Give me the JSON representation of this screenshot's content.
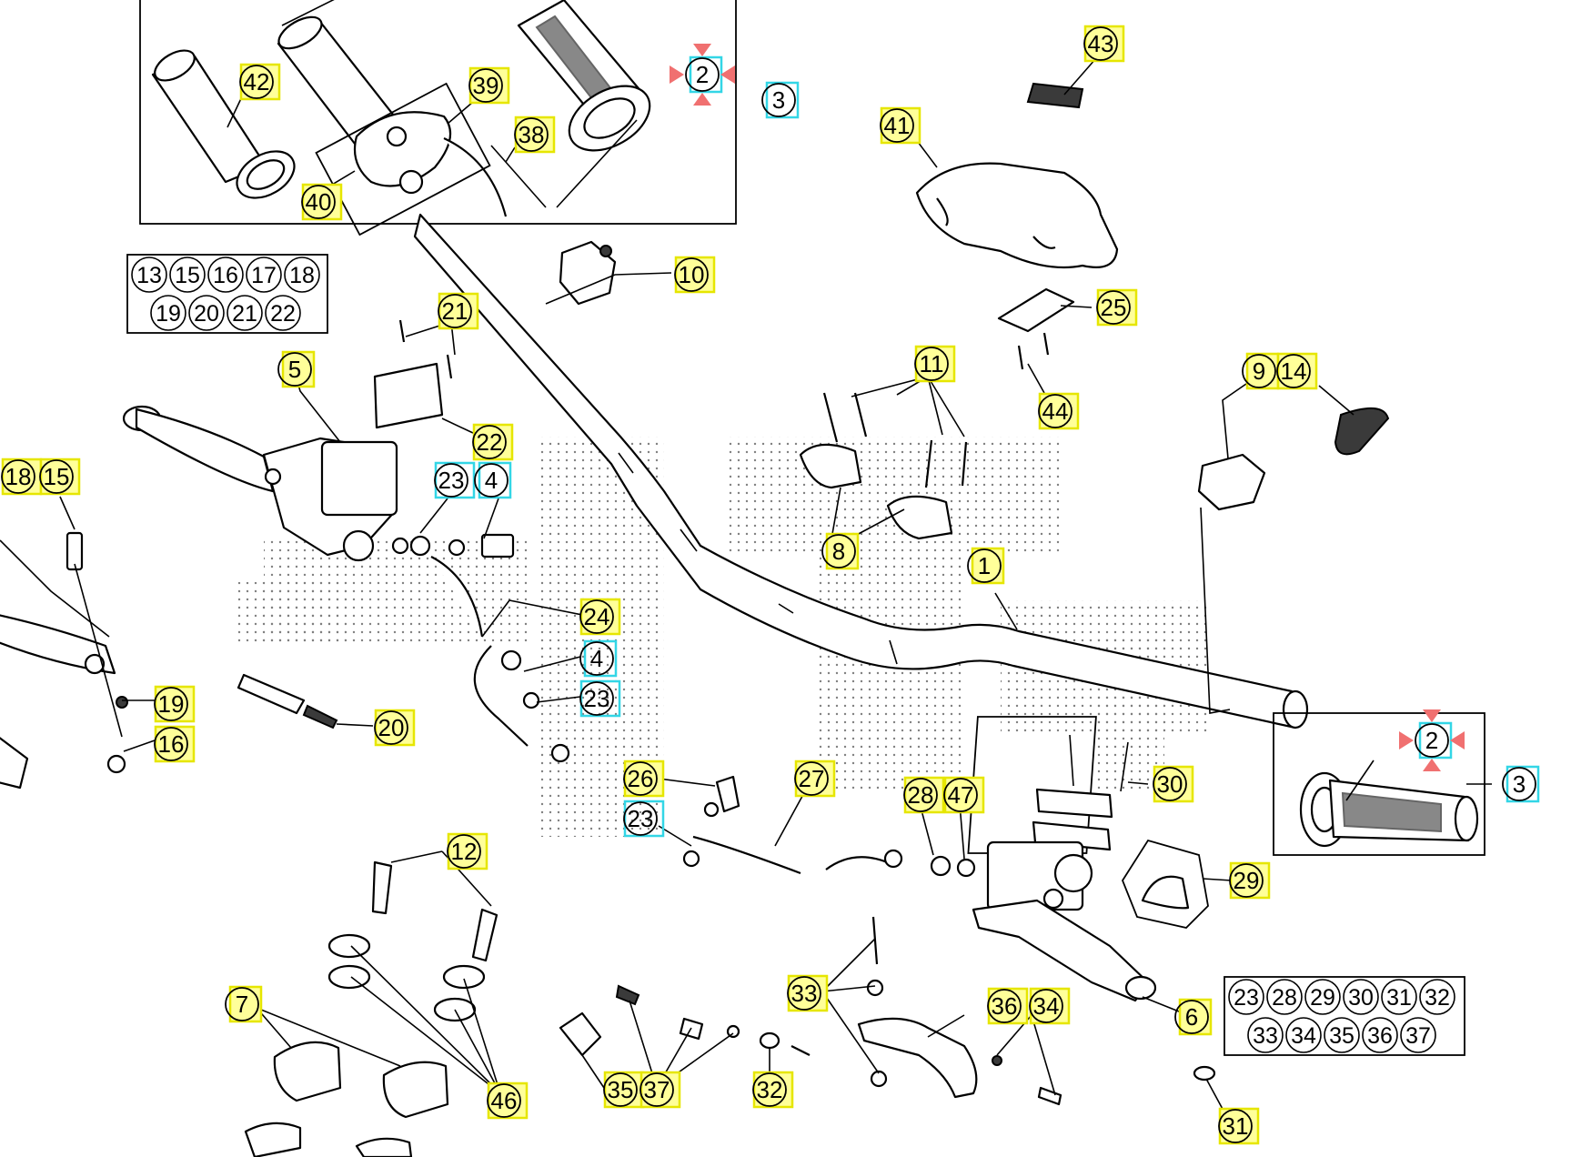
{
  "diagram": {
    "colors": {
      "line": "#000000",
      "yellow_highlight": "#ffff99",
      "yellow_border": "#e6e600",
      "cyan_border": "#33d6e6",
      "marker_red": "#f07070",
      "dot_pattern": "#555555"
    },
    "markers": {
      "icon": "red-triangle-marker",
      "on_callouts": [
        "2a",
        "2b"
      ]
    },
    "callouts": [
      {
        "id": "42",
        "label": "42",
        "highlight": "yellow"
      },
      {
        "id": "39",
        "label": "39",
        "highlight": "yellow"
      },
      {
        "id": "38",
        "label": "38",
        "highlight": "yellow"
      },
      {
        "id": "40",
        "label": "40",
        "highlight": "yellow"
      },
      {
        "id": "2a",
        "label": "2",
        "highlight": "cyan"
      },
      {
        "id": "3a",
        "label": "3",
        "highlight": "cyan"
      },
      {
        "id": "43",
        "label": "43",
        "highlight": "yellow"
      },
      {
        "id": "41",
        "label": "41",
        "highlight": "yellow"
      },
      {
        "id": "10",
        "label": "10",
        "highlight": "yellow"
      },
      {
        "id": "25",
        "label": "25",
        "highlight": "yellow"
      },
      {
        "id": "44",
        "label": "44",
        "highlight": "yellow"
      },
      {
        "id": "21",
        "label": "21",
        "highlight": "yellow"
      },
      {
        "id": "5",
        "label": "5",
        "highlight": "yellow"
      },
      {
        "id": "22",
        "label": "22",
        "highlight": "yellow"
      },
      {
        "id": "11",
        "label": "11",
        "highlight": "yellow"
      },
      {
        "id": "9",
        "label": "9",
        "highlight": "yellow"
      },
      {
        "id": "14",
        "label": "14",
        "highlight": "yellow"
      },
      {
        "id": "18",
        "label": "18",
        "highlight": "yellow"
      },
      {
        "id": "15",
        "label": "15",
        "highlight": "yellow"
      },
      {
        "id": "23a",
        "label": "23",
        "highlight": "cyan"
      },
      {
        "id": "4a",
        "label": "4",
        "highlight": "cyan"
      },
      {
        "id": "8",
        "label": "8",
        "highlight": "yellow"
      },
      {
        "id": "1",
        "label": "1",
        "highlight": "yellow"
      },
      {
        "id": "24",
        "label": "24",
        "highlight": "yellow"
      },
      {
        "id": "4b",
        "label": "4",
        "highlight": "cyan"
      },
      {
        "id": "23b",
        "label": "23",
        "highlight": "cyan"
      },
      {
        "id": "19",
        "label": "19",
        "highlight": "yellow"
      },
      {
        "id": "20",
        "label": "20",
        "highlight": "yellow"
      },
      {
        "id": "16",
        "label": "16",
        "highlight": "yellow"
      },
      {
        "id": "2b",
        "label": "2",
        "highlight": "cyan"
      },
      {
        "id": "3b",
        "label": "3",
        "highlight": "cyan"
      },
      {
        "id": "26",
        "label": "26",
        "highlight": "yellow"
      },
      {
        "id": "27",
        "label": "27",
        "highlight": "yellow"
      },
      {
        "id": "23c",
        "label": "23",
        "highlight": "cyan"
      },
      {
        "id": "28",
        "label": "28",
        "highlight": "yellow"
      },
      {
        "id": "47",
        "label": "47",
        "highlight": "yellow"
      },
      {
        "id": "30",
        "label": "30",
        "highlight": "yellow"
      },
      {
        "id": "12",
        "label": "12",
        "highlight": "yellow"
      },
      {
        "id": "29",
        "label": "29",
        "highlight": "yellow"
      },
      {
        "id": "33",
        "label": "33",
        "highlight": "yellow"
      },
      {
        "id": "7",
        "label": "7",
        "highlight": "yellow"
      },
      {
        "id": "36",
        "label": "36",
        "highlight": "yellow"
      },
      {
        "id": "34",
        "label": "34",
        "highlight": "yellow"
      },
      {
        "id": "6",
        "label": "6",
        "highlight": "yellow"
      },
      {
        "id": "46",
        "label": "46",
        "highlight": "yellow"
      },
      {
        "id": "35",
        "label": "35",
        "highlight": "yellow"
      },
      {
        "id": "37",
        "label": "37",
        "highlight": "yellow"
      },
      {
        "id": "32",
        "label": "32",
        "highlight": "yellow"
      },
      {
        "id": "31",
        "label": "31",
        "highlight": "yellow"
      }
    ],
    "groups": [
      {
        "id": "group-5",
        "rows": [
          [
            "13",
            "15",
            "16",
            "17",
            "18"
          ],
          [
            "19",
            "20",
            "21",
            "22"
          ]
        ]
      },
      {
        "id": "group-6",
        "rows": [
          [
            "23",
            "28",
            "29",
            "30",
            "31",
            "32"
          ],
          [
            "33",
            "34",
            "35",
            "36",
            "37"
          ]
        ]
      }
    ]
  }
}
